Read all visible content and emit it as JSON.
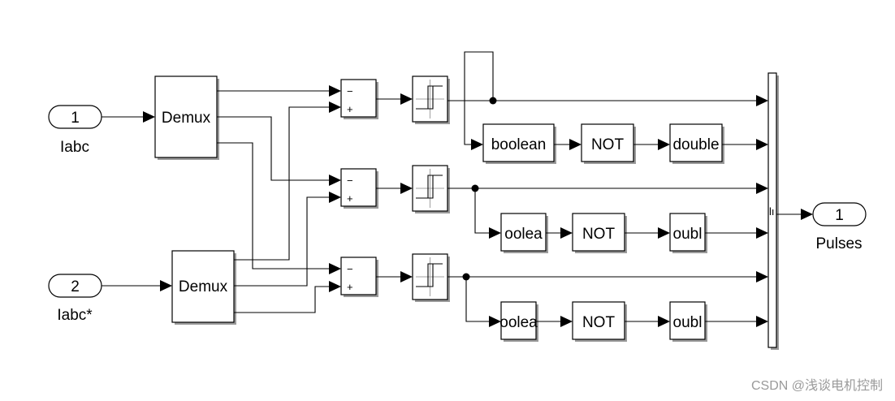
{
  "inports": [
    {
      "number": "1",
      "label": "Iabc"
    },
    {
      "number": "2",
      "label": "Iabc*"
    }
  ],
  "outport": {
    "number": "1",
    "label": "Pulses"
  },
  "demux_label": "Demux",
  "sum_signs": {
    "minus": "−",
    "plus": "+"
  },
  "rows": [
    {
      "convert": "boolean",
      "not": "NOT",
      "back": "double"
    },
    {
      "convert": "oolea",
      "not": "NOT",
      "back": "oubl"
    },
    {
      "convert": "oolea",
      "not": "NOT",
      "back": "oubl"
    }
  ],
  "mux_fragment": "lı",
  "watermark": "CSDN @浅谈电机控制"
}
